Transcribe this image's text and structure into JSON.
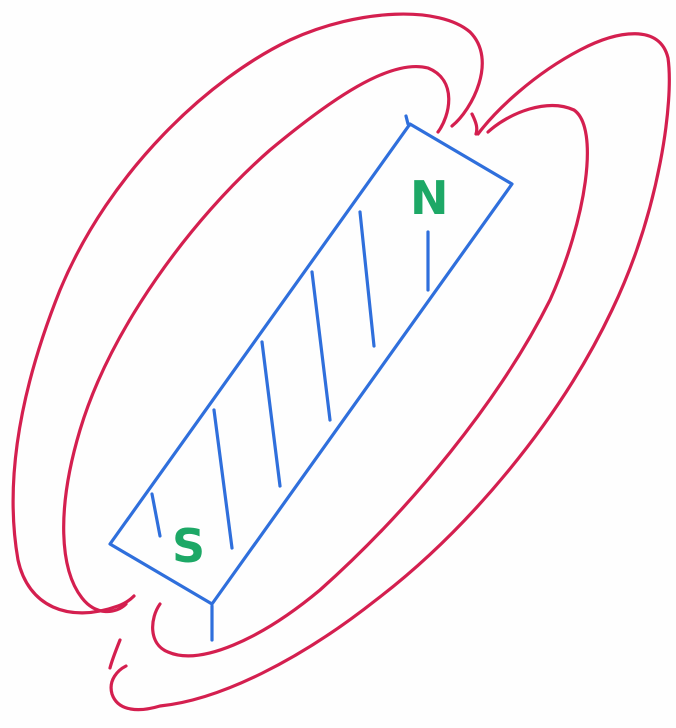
{
  "diagram": {
    "north_label": "N",
    "south_label": "S"
  },
  "colors": {
    "field_lines": "#d41f4f",
    "magnet_outline": "#2f6fdc",
    "pole_labels": "#1da866",
    "background": "#fefefe"
  },
  "icons": {
    "magnet": "bar-magnet-icon",
    "field": "magnetic-field-lines"
  }
}
